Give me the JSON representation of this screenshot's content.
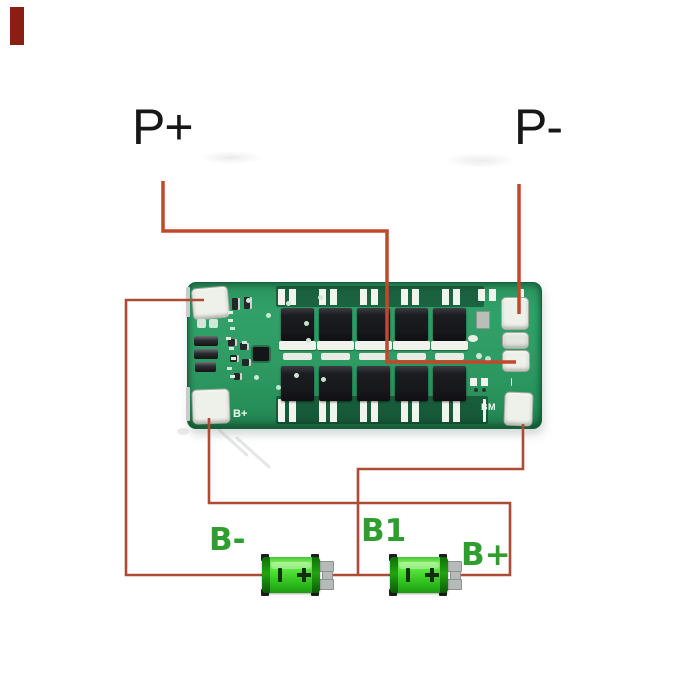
{
  "diagram": {
    "terminal_labels": {
      "p_plus": "P+",
      "p_minus": "P-"
    },
    "battery_labels": {
      "b_minus": "B-",
      "b1": "B1",
      "b_plus": "B+"
    },
    "pcb_silkscreen": {
      "b_plus": "B+",
      "bm": "BM"
    },
    "colors": {
      "background": "#ffffff",
      "wire_bright": "#c2482a",
      "wire_dark": "#ad4b36",
      "pcb_green": "#2e9b63",
      "pcb_edge": "#16613d",
      "pad_white": "#eef0ea",
      "mosfet_black": "#1b1c20",
      "battery_green": "#3ed02a",
      "green_label": "#2f9e2f",
      "black_label": "#171717",
      "corner_mark": "#8a1e13"
    }
  }
}
